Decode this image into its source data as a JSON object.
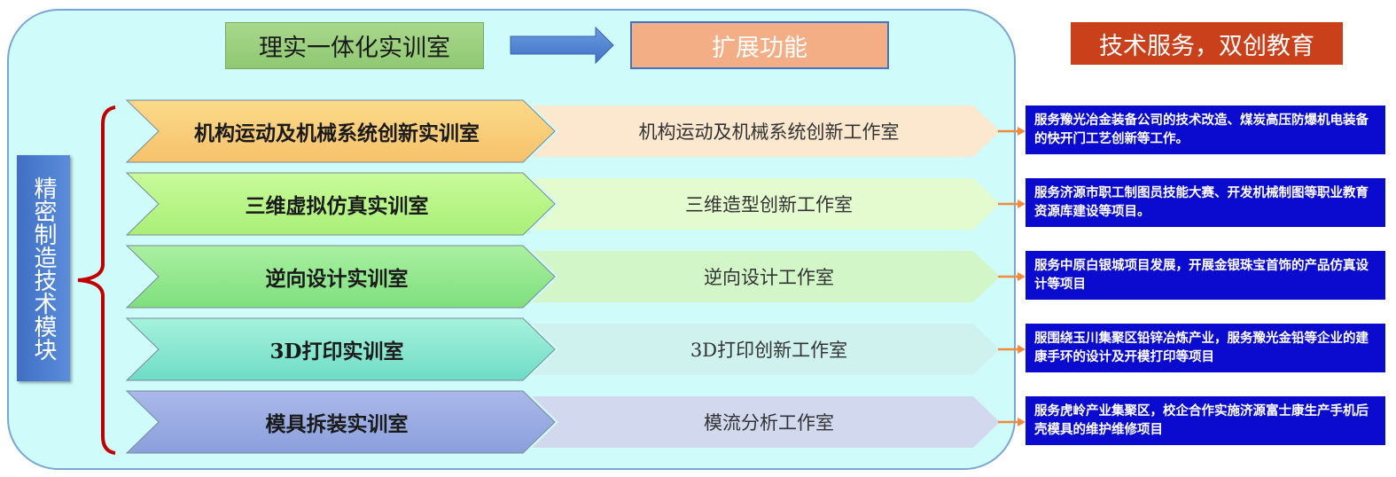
{
  "header": {
    "lab_title": "理实一体化实训室",
    "extension_title": "扩展功能",
    "service_title": "技术服务，双创教育"
  },
  "module": {
    "label": "精密制造技术模块"
  },
  "rows": [
    {
      "lab": "机构运动及机械系统创新实训室",
      "studio": "机构运动及机械系统创新工作室",
      "service": "服务豫光冶金装备公司的技术改造、煤炭高压防爆机电装备的快开门工艺创新等工作。",
      "lab_color_top": "#fbd989",
      "lab_color_bottom": "#f6c26b",
      "studio_color": "#fbe8cf"
    },
    {
      "lab": "三维虚拟仿真实训室",
      "studio": "三维造型创新工作室",
      "service": "服务济源市职工制图员技能大赛、开发机械制图等职业教育资源库建设等项目。",
      "lab_color_top": "#c8fb9a",
      "lab_color_bottom": "#a9ef77",
      "studio_color": "#e4fbcf"
    },
    {
      "lab": "逆向设计实训室",
      "studio": "逆向设计工作室",
      "service": "服务中原白银城项目发展，开展金银珠宝首饰的产品仿真设计等项目",
      "lab_color_top": "#aaf0a2",
      "lab_color_bottom": "#7fdf7c",
      "studio_color": "#d2f6c8"
    },
    {
      "lab": "3D打印实训室",
      "studio": "3D打印创新工作室",
      "service": "服围绕玉川集聚区铅锌冶炼产业，服务豫光金铅等企业的建康手环的设计及开模打印等项目",
      "lab_color_top": "#a6f2dc",
      "lab_color_bottom": "#6fdcc6",
      "studio_color": "#cff2ee"
    },
    {
      "lab": "模具拆装实训室",
      "studio": "模流分析工作室",
      "service": "服务虎岭产业集聚区，校企合作实施济源富士康生产手机后壳模具的维护维修项目",
      "lab_color_top": "#aab8ea",
      "lab_color_bottom": "#8b9fdc",
      "studio_color": "#d2d9ef"
    }
  ],
  "colors": {
    "panel": "#cffbfb",
    "arrow_blue": "#5b8ddb",
    "bracket_red": "#c00000",
    "connector_orange": "#f08a3c",
    "service_blue": "#0b0bcf"
  }
}
